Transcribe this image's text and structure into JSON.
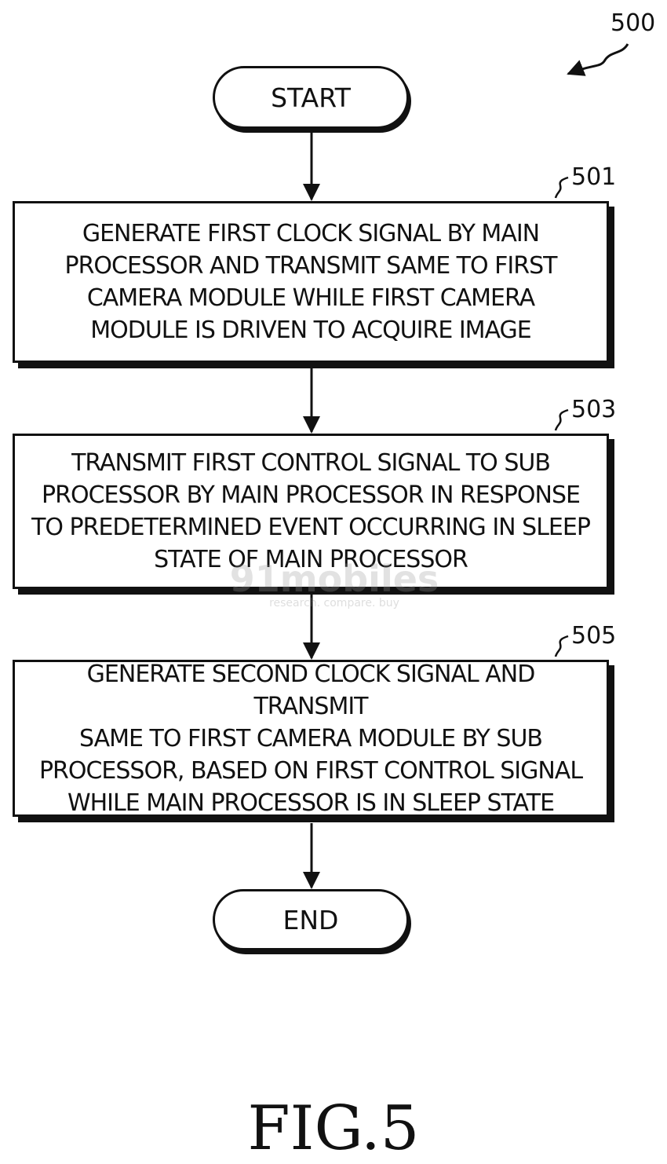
{
  "figure": {
    "ref": "500",
    "label": "FIG.5"
  },
  "flowchart": {
    "start": "START",
    "end": "END",
    "steps": [
      {
        "id": "501",
        "text": "GENERATE FIRST CLOCK SIGNAL BY MAIN\nPROCESSOR AND TRANSMIT SAME TO FIRST\nCAMERA MODULE WHILE FIRST CAMERA\nMODULE IS DRIVEN TO ACQUIRE IMAGE"
      },
      {
        "id": "503",
        "text": "TRANSMIT FIRST CONTROL SIGNAL TO SUB\nPROCESSOR BY MAIN PROCESSOR IN RESPONSE\nTO PREDETERMINED EVENT OCCURRING IN SLEEP\nSTATE OF MAIN PROCESSOR"
      },
      {
        "id": "505",
        "text": "GENERATE SECOND CLOCK SIGNAL AND TRANSMIT\nSAME TO FIRST CAMERA MODULE BY SUB\nPROCESSOR, BASED ON FIRST CONTROL SIGNAL\nWHILE MAIN PROCESSOR IS IN SLEEP STATE"
      }
    ]
  },
  "watermark": {
    "brand": "91mobiles",
    "tagline": "research. compare. buy"
  }
}
